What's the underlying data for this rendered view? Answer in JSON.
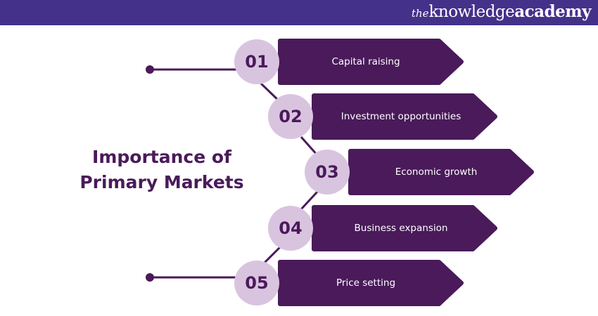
{
  "header": {
    "brand_prefix": "the",
    "brand_name": "knowledge",
    "brand_suffix": "academy",
    "bar_color": "#44318A"
  },
  "diagram": {
    "title_line1": "Importance of",
    "title_line2": "Primary Markets",
    "colors": {
      "banner": "#4A1A5A",
      "circle": "#D9C4E0",
      "connector": "#4A1A5A",
      "title": "#4A1A5A"
    },
    "steps": [
      {
        "number": "01",
        "label": "Capital raising"
      },
      {
        "number": "02",
        "label": "Investment opportunities"
      },
      {
        "number": "03",
        "label": "Economic growth"
      },
      {
        "number": "04",
        "label": "Business expansion"
      },
      {
        "number": "05",
        "label": "Price setting"
      }
    ]
  }
}
